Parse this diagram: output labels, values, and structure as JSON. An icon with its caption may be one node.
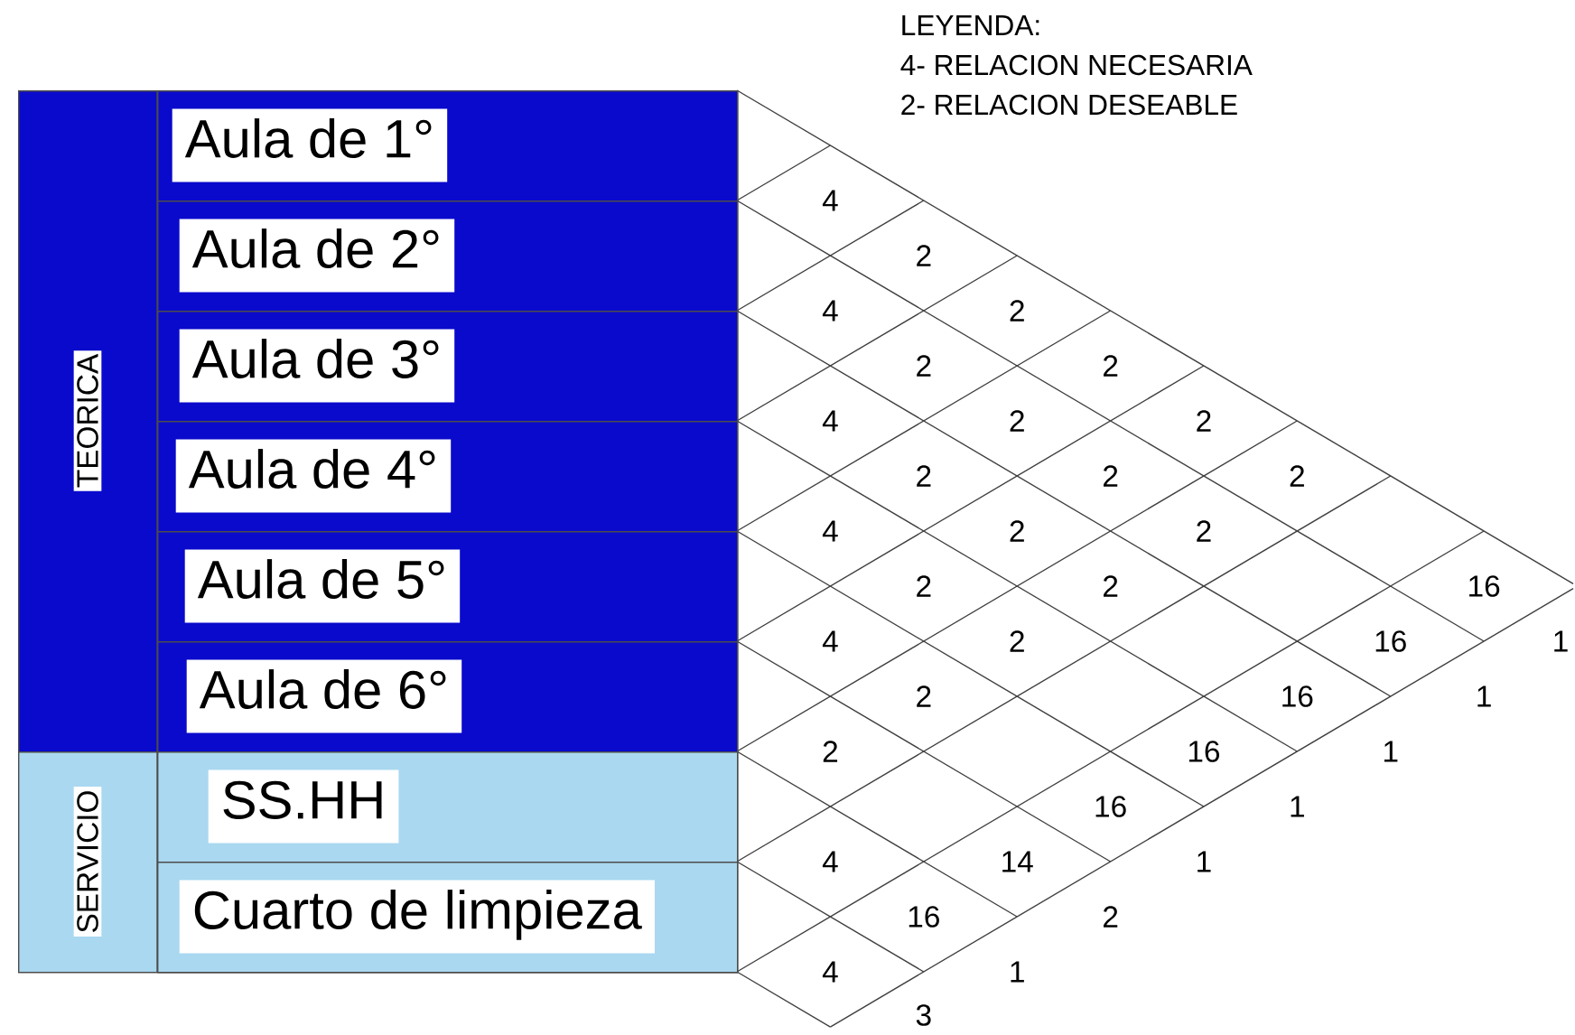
{
  "diagram": {
    "nodes": [
      {
        "text": [
          "TEORICA"
        ]
      },
      {
        "text": [
          "Aula de 1°"
        ],
        "in": 0
      },
      {
        "text": [
          "Aula de 2°"
        ],
        "in": 0
      },
      {
        "text": [
          "Aula de 3°"
        ],
        "in": 0
      },
      {
        "text": [
          "Aula de 4°"
        ],
        "in": 0
      },
      {
        "text": [
          "Aula de 5°"
        ],
        "in": 0
      },
      {
        "text": [
          "Aula de 6°"
        ],
        "in": 0
      },
      {
        "text": [
          "SERVICIO"
        ]
      },
      {
        "text": [
          "SS.HH"
        ],
        "in": 7
      },
      {
        "text": [
          "Cuarto de limpieza"
        ],
        "in": 7
      }
    ],
    "labels": [
      "LEYENDA:",
      "4- RELACION NECESARIA",
      "2- RELACION DESEABLE",
      "4",
      "2",
      "4",
      "2",
      "2",
      "2",
      "4",
      "2",
      "2",
      "2",
      "2",
      "2",
      "4",
      "2",
      "2",
      "2",
      "2",
      "16",
      "4",
      "2",
      "16",
      "1",
      "2",
      "16",
      "1",
      "2",
      "16",
      "1",
      "16",
      "1",
      "4",
      "14",
      "1",
      "16",
      "2",
      "4",
      "1",
      "3"
    ]
  }
}
